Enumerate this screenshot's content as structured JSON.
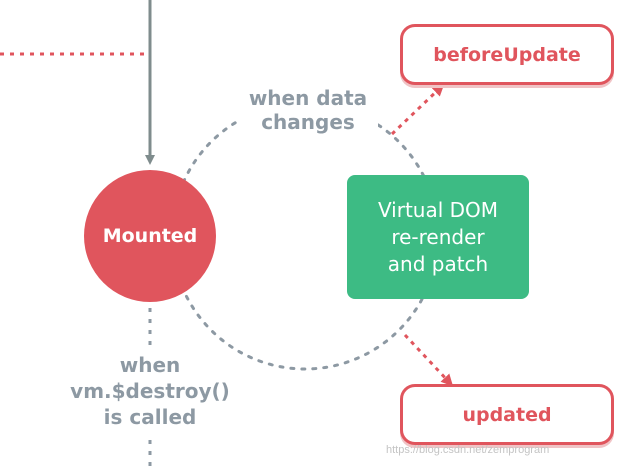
{
  "nodes": {
    "mounted": "Mounted",
    "virtual_dom": [
      "Virtual DOM",
      "re-render",
      "and patch"
    ],
    "before_update": "beforeUpdate",
    "updated": "updated"
  },
  "edge_labels": {
    "data_changes": [
      "when data",
      "changes"
    ],
    "destroy": [
      "when",
      "vm.$destroy()",
      "is called"
    ]
  },
  "watermark": "https://blog.csdn.net/zemprogram",
  "colors": {
    "red": "#e0555d",
    "green": "#3dbb84",
    "gray": "#8d99a3",
    "arrow_gray": "#7f8c8d"
  }
}
